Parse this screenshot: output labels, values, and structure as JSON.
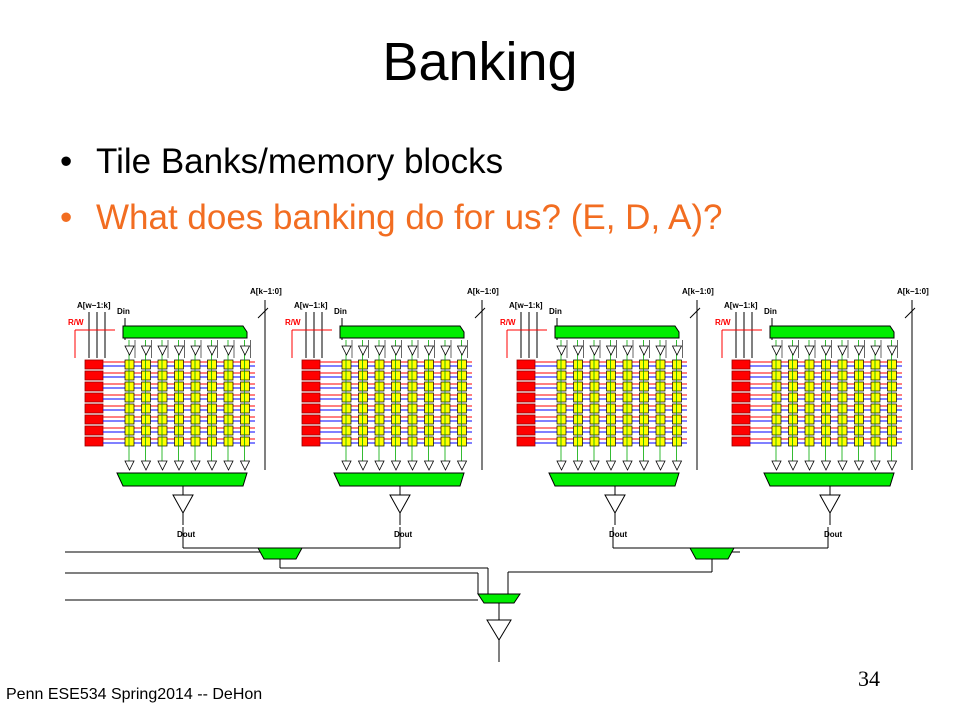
{
  "slide": {
    "title": "Banking",
    "bullets": [
      {
        "text": "Tile Banks/memory blocks",
        "color": "#000000"
      },
      {
        "text": "What does banking do for us? (E, D, A)?",
        "color": "#f26d21"
      }
    ],
    "footer": "Penn ESE534 Spring2014 -- DeHon",
    "page_number": "34"
  },
  "diagram": {
    "bank_labels": {
      "address_high": "A[w−1:k]",
      "address_low": "A[k−1:0]",
      "data_in": "Din",
      "read_write": "R/W",
      "data_out": "Dout"
    },
    "bank_count": 4,
    "cell_rows": 8,
    "cell_cols": 8,
    "colors": {
      "cell": "#ffff00",
      "decoder": "#ff0000",
      "mux": "#00ee00",
      "wordline_red": "#ff0000",
      "wordline_blue": "#0000ff",
      "wire": "#000000"
    }
  }
}
